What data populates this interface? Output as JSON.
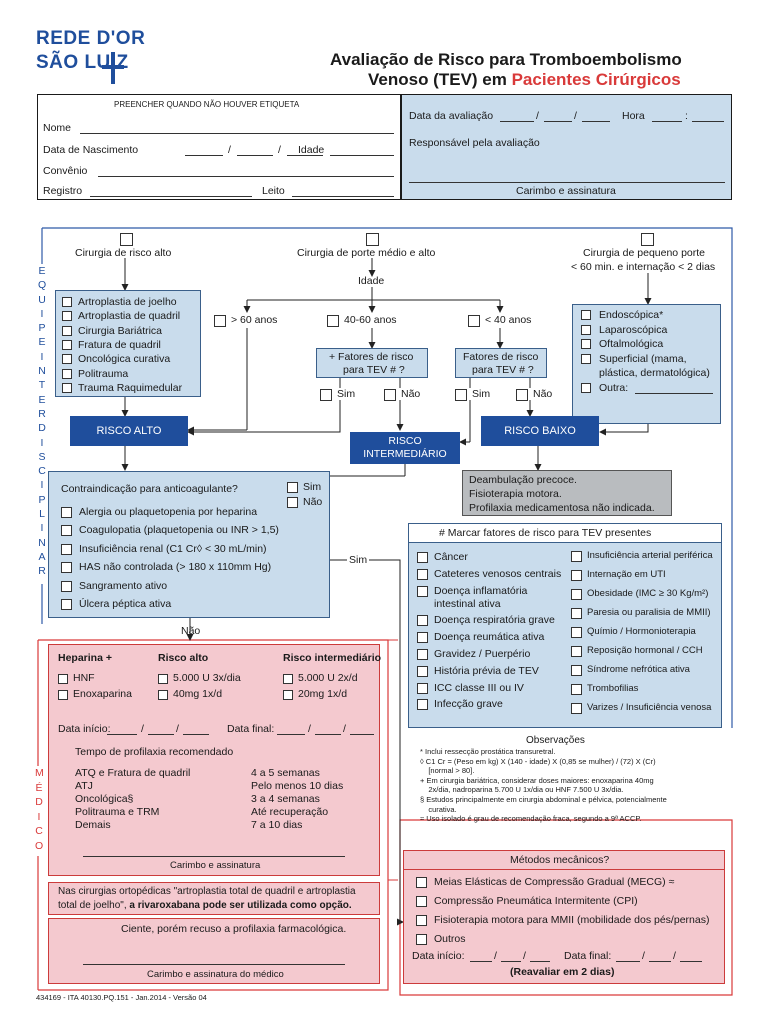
{
  "logo": {
    "line1": "REDE D'OR",
    "line2": "SÃO LUIZ"
  },
  "title": {
    "line1": "Avaliação de Risco para Tromboembolismo",
    "line2_a": "Venoso (TEV) em ",
    "line2_b": "Pacientes Cirúrgicos"
  },
  "patient": {
    "header": "PREENCHER QUANDO NÃO HOUVER ETIQUETA",
    "name_label": "Nome",
    "dob_label": "Data de Nascimento",
    "age_label": "Idade",
    "insurance_label": "Convênio",
    "registry_label": "Registro",
    "bed_label": "Leito"
  },
  "evaluation": {
    "date_label": "Data da avaliação",
    "time_label": "Hora",
    "responsible_label": "Responsável pela avaliação",
    "stamp_label": "Carimbo e assinatura"
  },
  "side_labels": {
    "team": "EQUIPE INTERDISCIPLINAR",
    "doctor": "MÉDICO"
  },
  "surgery": {
    "high": "Cirurgia de risco alto",
    "medium": "Cirurgia de porte médio e alto",
    "small_1": "Cirurgia de pequeno porte",
    "small_2": "< 60 min. e internação < 2 dias",
    "age": "Idade"
  },
  "high_risk_list": [
    "Artroplastia de joelho",
    "Artroplastia de quadril",
    "Cirurgia Bariátrica",
    "Fratura de quadril",
    "Oncológica curativa",
    "Politrauma",
    "Trauma Raquimedular"
  ],
  "age_options": {
    "gt60": "> 60 anos",
    "mid": "40-60 anos",
    "lt40": "< 40 anos"
  },
  "factors_q1": {
    "l1": "+ Fatores de risco",
    "l2": "para TEV # ?"
  },
  "factors_q2": {
    "l1": "Fatores de risco",
    "l2": "para TEV # ?"
  },
  "yes": "Sim",
  "no": "Não",
  "low_list": [
    "Endoscópica*",
    "Laparoscópica",
    "Oftalmológica",
    "Superficial (mama,",
    "plástica, dermatológica)",
    "Outra:"
  ],
  "risk": {
    "high": "RISCO ALTO",
    "mid_1": "RISCO",
    "mid_2": "INTERMEDIÁRIO",
    "low": "RISCO BAIXO"
  },
  "low_actions": [
    "Deambulação precoce.",
    "Fisioterapia motora.",
    "Profilaxia medicamentosa não indicada."
  ],
  "contra": {
    "title": "Contraindicação para anticoagulante?",
    "items": [
      "Alergia ou plaquetopenia por heparina",
      "Coagulopatia (plaquetopenia ou INR > 1,5)",
      "Insuficiência renal (C1 Cr◊ < 30 mL/min)",
      "HAS não controlada (> 180 x 110mm Hg)",
      "Sangramento ativo",
      "Úlcera péptica ativa"
    ]
  },
  "factors": {
    "title": "# Marcar fatores de risco para TEV presentes",
    "left": [
      "Câncer",
      "Cateteres venosos centrais",
      "Doença inflamatória",
      "intestinal ativa",
      "Doença respiratória grave",
      "Doença reumática ativa",
      "Gravidez / Puerpério",
      "História prévia de TEV",
      "ICC classe III ou IV",
      "Infecção grave"
    ],
    "right": [
      "Insuficiência arterial periférica",
      "Internação em UTI",
      "Obesidade (IMC ≥ 30 Kg/m²)",
      "Paresia ou paralisia de MMII)",
      "Químio / Hormonioterapia",
      "Reposição hormonal / CCH",
      "Síndrome nefrótica ativa",
      "Trombofilias",
      "Varizes / Insuficiência venosa"
    ]
  },
  "heparin": {
    "col1": "Heparina +",
    "col2": "Risco alto",
    "col3": "Risco intermediário",
    "hnf": "HNF",
    "enox": "Enoxaparina",
    "hi1": "5.000 U 3x/dia",
    "hi2": "40mg 1x/d",
    "mi1": "5.000 U 2x/d",
    "mi2": "20mg 1x/d",
    "start": "Data início:",
    "end": "Data final:",
    "duration_title": "Tempo de profilaxia recomendado",
    "durations": [
      {
        "k": "ATQ e Fratura de quadril",
        "v": "4 a 5 semanas"
      },
      {
        "k": "ATJ",
        "v": "Pelo menos 10 dias"
      },
      {
        "k": "Oncológica§",
        "v": "3 a 4 semanas"
      },
      {
        "k": "Politrauma e TRM",
        "v": "Até recuperação"
      },
      {
        "k": "Demais",
        "v": "7 a 10 dias"
      }
    ],
    "stamp": "Carimbo e assinatura"
  },
  "orto": {
    "l1": "Nas cirurgias ortopédicas \"artroplastia total de quadril e artroplastia",
    "l2a": "total de joelho\", ",
    "l2b": "a rivaroxabana pode ser utilizada como opção."
  },
  "refuse": {
    "text": "Ciente, porém recuso a profilaxia farmacológica.",
    "stamp": "Carimbo e assinatura do médico"
  },
  "obs": {
    "title": "Observações",
    "lines": [
      "* Inclui ressecção prostática transuretral.",
      "◊ C1 Cr = (Peso em kg) X (140 - idade) X (0,85 se mulher) / (72) X (Cr)",
      "    [normal > 80].",
      "+ Em cirurgia bariátrica, considerar doses maiores: enoxaparina 40mg",
      "    2x/dia, nadroparina 5.700 U 1x/dia ou HNF 7.500 U 3x/dia.",
      "§ Estudos principalmente em cirurgia abdominal e pélvica, potencialmente",
      "    curativa.",
      "≈ Uso isolado é grau de recomendação fraca, segundo a 9ª ACCP."
    ]
  },
  "mech": {
    "title": "Métodos mecânicos?",
    "items": [
      "Meias Elásticas de Compressão Gradual (MECG) ≈",
      "Compressão Pneumática Intermitente (CPI)",
      "Fisioterapia motora para MMII (mobilidade dos pés/pernas)",
      "Outros"
    ],
    "start": "Data início:",
    "end": "Data final:",
    "reeval": "(Reavaliar em 2 dias)"
  },
  "footer": "434169 - ITA 40130.PQ.151 - Jan.2014 - Versão 04",
  "colors": {
    "navy": "#1f4e9c",
    "red": "#d93a3a",
    "blue_fill": "#c9dcec",
    "pink_fill": "#f4c9cf"
  }
}
